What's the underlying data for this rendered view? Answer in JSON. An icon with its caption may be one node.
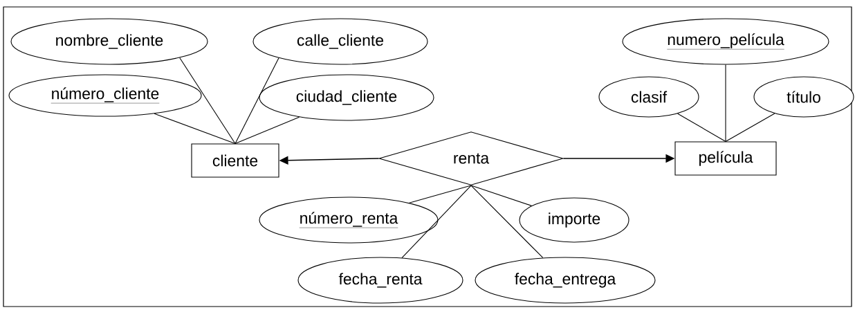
{
  "diagram": {
    "nodes": [
      {
        "text": [
          "nombre_cliente"
        ]
      },
      {
        "text": [
          "calle_cliente"
        ]
      },
      {
        "text": [
          "número_cliente"
        ]
      },
      {
        "text": [
          "ciudad_cliente"
        ]
      },
      {
        "text": [
          "numero_película"
        ]
      },
      {
        "text": [
          "clasif"
        ]
      },
      {
        "text": [
          "título"
        ]
      },
      {
        "text": [
          "cliente"
        ]
      },
      {
        "text": [
          "renta"
        ]
      },
      {
        "text": [
          "película"
        ]
      },
      {
        "text": [
          "número_renta"
        ]
      },
      {
        "text": [
          "importe"
        ]
      },
      {
        "text": [
          "fecha_renta"
        ]
      },
      {
        "text": [
          "fecha_entrega"
        ]
      }
    ],
    "edges": [
      {
        "from": 0,
        "to": 7,
        "arrow": "none"
      },
      {
        "from": 1,
        "to": 7,
        "arrow": "none"
      },
      {
        "from": 2,
        "to": 7,
        "arrow": "none"
      },
      {
        "from": 3,
        "to": 7,
        "arrow": "none"
      },
      {
        "from": 4,
        "to": 9,
        "arrow": "none"
      },
      {
        "from": 5,
        "to": 9,
        "arrow": "none"
      },
      {
        "from": 6,
        "to": 9,
        "arrow": "none"
      },
      {
        "from": 8,
        "to": 7,
        "arrow": "to"
      },
      {
        "from": 8,
        "to": 9,
        "arrow": "to"
      },
      {
        "from": 10,
        "to": 8,
        "arrow": "none"
      },
      {
        "from": 11,
        "to": 8,
        "arrow": "none"
      },
      {
        "from": 12,
        "to": 8,
        "arrow": "none"
      },
      {
        "from": 13,
        "to": 8,
        "arrow": "none"
      }
    ]
  }
}
